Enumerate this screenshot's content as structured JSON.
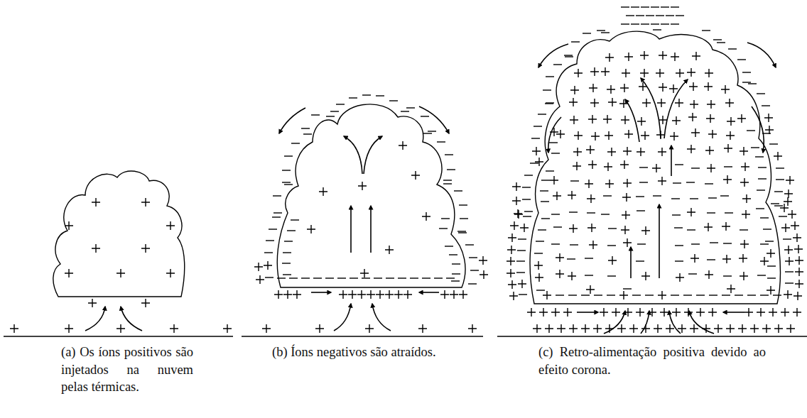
{
  "diagram": {
    "labels": [
      "(a) Os íons positivos são injetados na nuvem pelas térmicas.",
      "(b) Íons negativos são atraídos.",
      "(c) Retro-alimentação positiva devido ao efeito corona."
    ]
  }
}
